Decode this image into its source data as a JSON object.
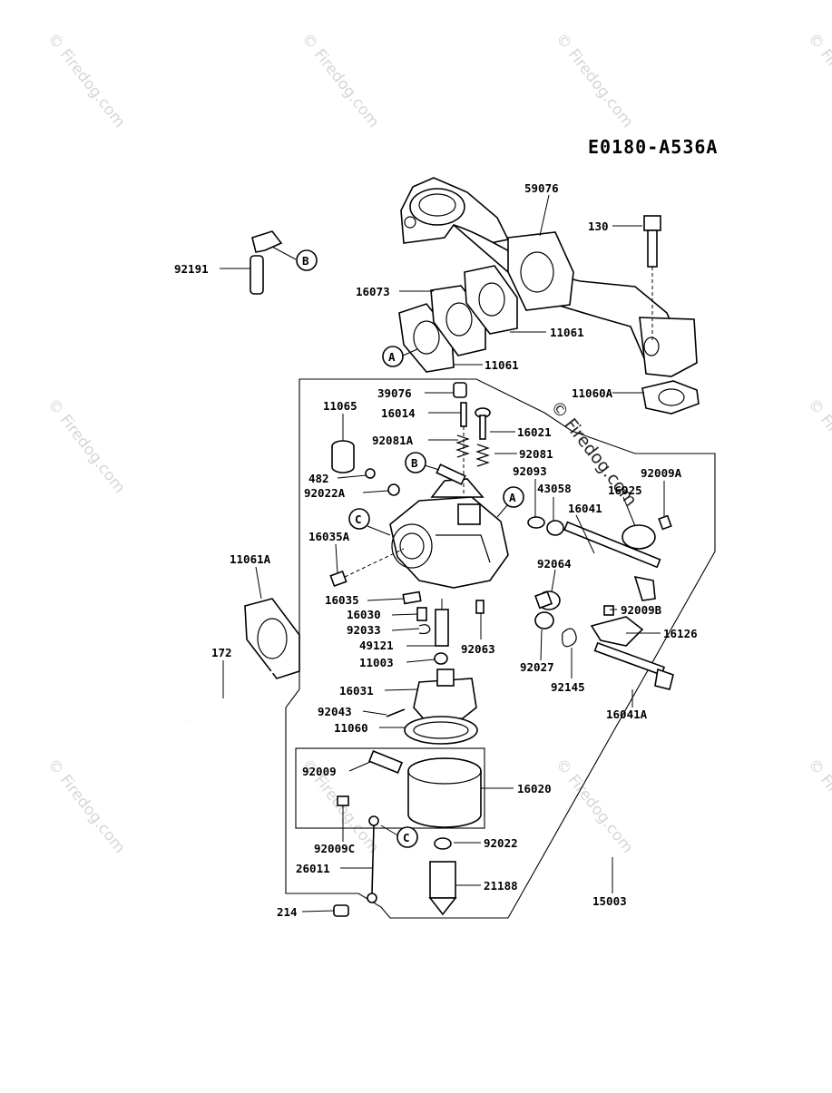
{
  "diagram_title": "E0180-A536A",
  "watermark": {
    "text": "© Firedog.com",
    "center_text": "© Firedog.com"
  },
  "parts": {
    "p59076": "59076",
    "p130": "130",
    "p92191": "92191",
    "p16073": "16073",
    "p11061_upper": "11061",
    "p11061_lower": "11061",
    "p11060A": "11060A",
    "p39076": "39076",
    "p11065": "11065",
    "p16014": "16014",
    "p16021": "16021",
    "p92081A": "92081A",
    "p92081": "92081",
    "p92093": "92093",
    "p92009A": "92009A",
    "p482": "482",
    "p92022A": "92022A",
    "p43058": "43058",
    "p16025": "16025",
    "p16041": "16041",
    "p16035A": "16035A",
    "p11061A": "11061A",
    "p92064": "92064",
    "p16035": "16035",
    "p16030": "16030",
    "p92009B": "92009B",
    "p92033": "92033",
    "p16126": "16126",
    "p49121": "49121",
    "p92063": "92063",
    "p172": "172",
    "p11003": "11003",
    "p92027": "92027",
    "p92145": "92145",
    "p16031": "16031",
    "p16041A": "16041A",
    "p92043": "92043",
    "p11060": "11060",
    "p92009": "92009",
    "p16020": "16020",
    "p92009C": "92009C",
    "p92022": "92022",
    "p26011": "26011",
    "p21188": "21188",
    "p15003": "15003",
    "p214": "214"
  },
  "callouts": {
    "a1": "A",
    "a2": "A",
    "b1": "B",
    "b2": "B",
    "c1": "C",
    "c2": "C"
  }
}
